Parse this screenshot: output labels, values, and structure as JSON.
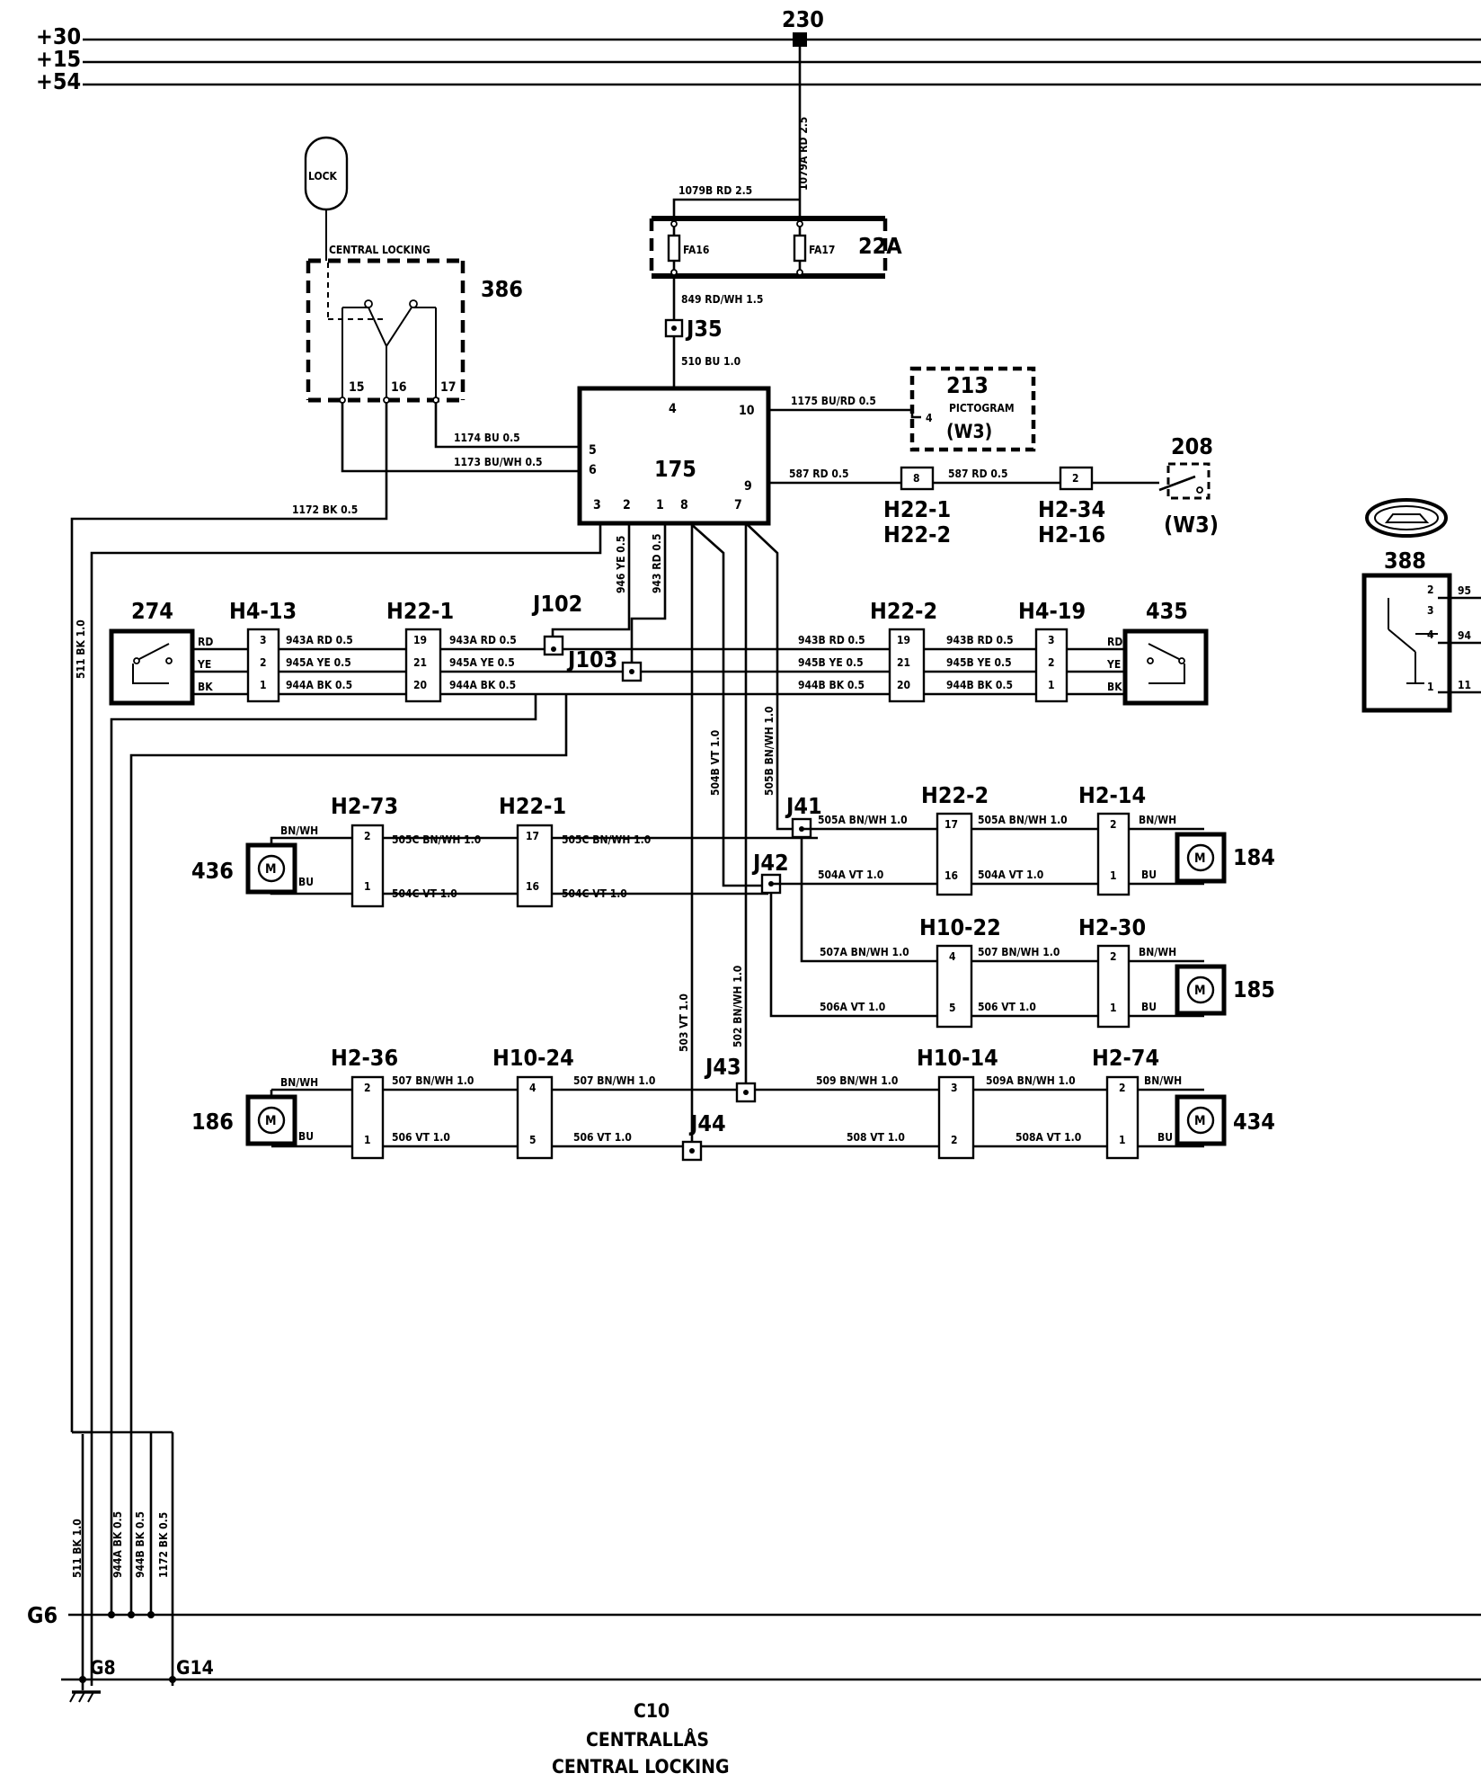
{
  "rails": {
    "p30": "+30",
    "p15": "+15",
    "p54": "+54",
    "top_node": "230",
    "g6": "G6",
    "g8": "G8",
    "g14": "G14"
  },
  "components": {
    "c22a": "22A",
    "fa16": "FA16",
    "fa17": "FA17",
    "j35": "J35",
    "c175": "175",
    "c386": "386",
    "lock": "LOCK",
    "central_locking": "CENTRAL LOCKING",
    "c213": "213",
    "c213_sub": "PICTOGRAM",
    "w3a": "(W3)",
    "c208": "208",
    "w3b": "(W3)",
    "c388": "388",
    "c274": "274",
    "c435": "435",
    "c436": "436",
    "c184": "184",
    "c185": "185",
    "c186": "186",
    "c434": "434",
    "j102": "J102",
    "j103": "J103",
    "j41": "J41",
    "j42": "J42",
    "j43": "J43",
    "j44": "J44"
  },
  "connectors": {
    "h22_1_top": "H22-1",
    "h22_2_top": "H22-2",
    "h2_34": "H2-34",
    "h2_16": "H2-16",
    "h4_13": "H4-13",
    "h22_1_a": "H22-1",
    "h22_2_a": "H22-2",
    "h4_19": "H4-19",
    "h2_73": "H2-73",
    "h22_1_b": "H22-1",
    "h22_2_b": "H22-2",
    "h2_14": "H2-14",
    "h10_22": "H10-22",
    "h2_30": "H2-30",
    "h2_36": "H2-36",
    "h10_24": "H10-24",
    "h10_14": "H10-14",
    "h2_74": "H2-74"
  },
  "pins": {
    "p4": "4",
    "p10": "10",
    "p5": "5",
    "p6": "6",
    "p9": "9",
    "p3": "3",
    "p2": "2",
    "p1": "1",
    "p8": "8",
    "p7": "7",
    "p15": "15",
    "p16": "16",
    "p17": "17",
    "p213": "4",
    "pin_h22_1_top": "8",
    "pin_h2_34": "2",
    "r1": [
      "3",
      "2",
      "1"
    ],
    "r2": [
      "19",
      "21",
      "20"
    ],
    "r3": [
      "19",
      "21",
      "20"
    ],
    "r4": [
      "3",
      "2",
      "1"
    ],
    "m1": [
      "2",
      "1"
    ],
    "m2": [
      "17",
      "16"
    ],
    "m3": [
      "17",
      "16"
    ],
    "m4": [
      "2",
      "1"
    ],
    "m5": [
      "4",
      "5"
    ],
    "m6": [
      "2",
      "1"
    ],
    "b1": [
      "2",
      "1"
    ],
    "b2": [
      "4",
      "5"
    ],
    "b3": [
      "3",
      "2"
    ],
    "b4": [
      "2",
      "1"
    ],
    "p388": [
      "2",
      "3",
      "4",
      "1"
    ]
  },
  "wires": {
    "w1079a": "1079A RD 2.5",
    "w1079b": "1079B RD 2.5",
    "w849": "849 RD/WH 1.5",
    "w510": "510 BU 1.0",
    "w1175": "1175 BU/RD 0.5",
    "w1174": "1174 BU 0.5",
    "w1173": "1173 BU/WH 0.5",
    "w1172": "1172 BK 0.5",
    "w587a": "587 RD 0.5",
    "w587b": "587 RD 0.5",
    "w511": "511 BK 1.0",
    "w946": "946 YE 0.5",
    "w943": "943 RD 0.5",
    "rd": "RD",
    "ye": "YE",
    "bk": "BK",
    "w943a_1": "943A RD 0.5",
    "w945a_1": "945A YE 0.5",
    "w944a_1": "944A BK 0.5",
    "w943a_2": "943A RD 0.5",
    "w945a_2": "945A YE 0.5",
    "w944a_2": "944A BK 0.5",
    "w943b_1": "943B RD 0.5",
    "w945b_1": "945B YE 0.5",
    "w944b_1": "944B BK 0.5",
    "w943b_2": "943B RD 0.5",
    "w945b_2": "945B YE 0.5",
    "w944b_2": "944B BK 0.5",
    "w504b": "504B VT 1.0",
    "w505b": "505B BN/WH 1.0",
    "bnwh": "BN/WH",
    "bu": "BU",
    "w505c_1": "505C BN/WH 1.0",
    "w505c_2": "505C BN/WH 1.0",
    "w504c_1": "504C VT 1.0",
    "w504c_2": "504C VT 1.0",
    "w505a_1": "505A BN/WH 1.0",
    "w505a_2": "505A BN/WH 1.0",
    "w504a_1": "504A VT 1.0",
    "w504a_2": "504A VT 1.0",
    "w507a": "507A BN/WH 1.0",
    "w507_1": "507 BN/WH 1.0",
    "w506a": "506A VT 1.0",
    "w506_1": "506 VT 1.0",
    "w503": "503 VT 1.0",
    "w502": "502 BN/WH 1.0",
    "w507_2": "507 BN/WH 1.0",
    "w507_3": "507 BN/WH 1.0",
    "w506_2": "506 VT 1.0",
    "w506_3": "506 VT 1.0",
    "w509": "509 BN/WH 1.0",
    "w509a": "509A BN/WH 1.0",
    "w508": "508 VT 1.0",
    "w508a": "508A VT 1.0",
    "g511": "511 BK 1.0",
    "g944a": "944A BK 0.5",
    "g944b": "944B BK 0.5",
    "g1172": "1172 BK 0.5",
    "p388_w": [
      "95",
      "94",
      "11"
    ]
  },
  "footer": {
    "code": "C10",
    "title_sv": "CENTRALLÅS",
    "title_en": "CENTRAL LOCKING"
  }
}
